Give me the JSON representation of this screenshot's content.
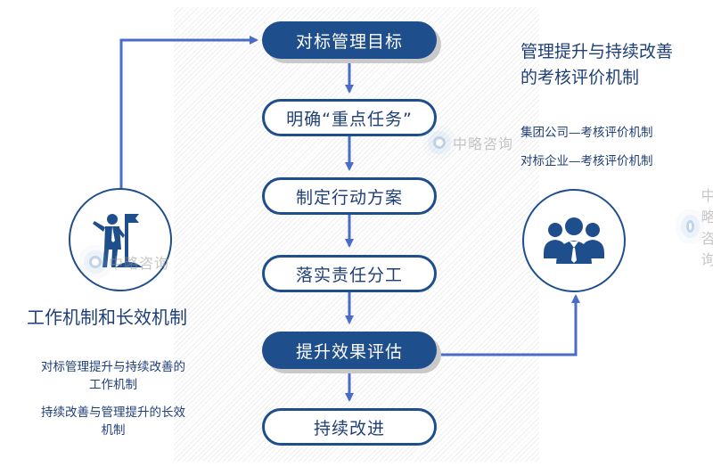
{
  "flow": {
    "steps": [
      {
        "label": "对标管理目标",
        "style": "filled"
      },
      {
        "label": "明确“重点任务”",
        "style": "outline"
      },
      {
        "label": "制定行动方案",
        "style": "outline"
      },
      {
        "label": "落实责任分工",
        "style": "outline"
      },
      {
        "label": "提升效果评估",
        "style": "filled"
      },
      {
        "label": "持续改进",
        "style": "outline"
      }
    ]
  },
  "left": {
    "icon": "leader-flag-icon",
    "title": "工作机制和长效机制",
    "items": [
      {
        "line1": "对标管理提升与持续改善的",
        "line2": "工作机制"
      },
      {
        "line1": "持续改善与管理提升的长效",
        "line2": "机制"
      }
    ]
  },
  "right": {
    "icon": "team-group-icon",
    "title_line1": "管理提升与持续改善",
    "title_line2": "的考核评价机制",
    "items": [
      "集团公司—考核评价机制",
      "对标企业—考核评价机制"
    ]
  },
  "watermark": {
    "text": "中略咨询"
  },
  "colors": {
    "primary": "#1f4e8c",
    "arrow": "#4a6cc7",
    "text": "#1f3f77"
  }
}
